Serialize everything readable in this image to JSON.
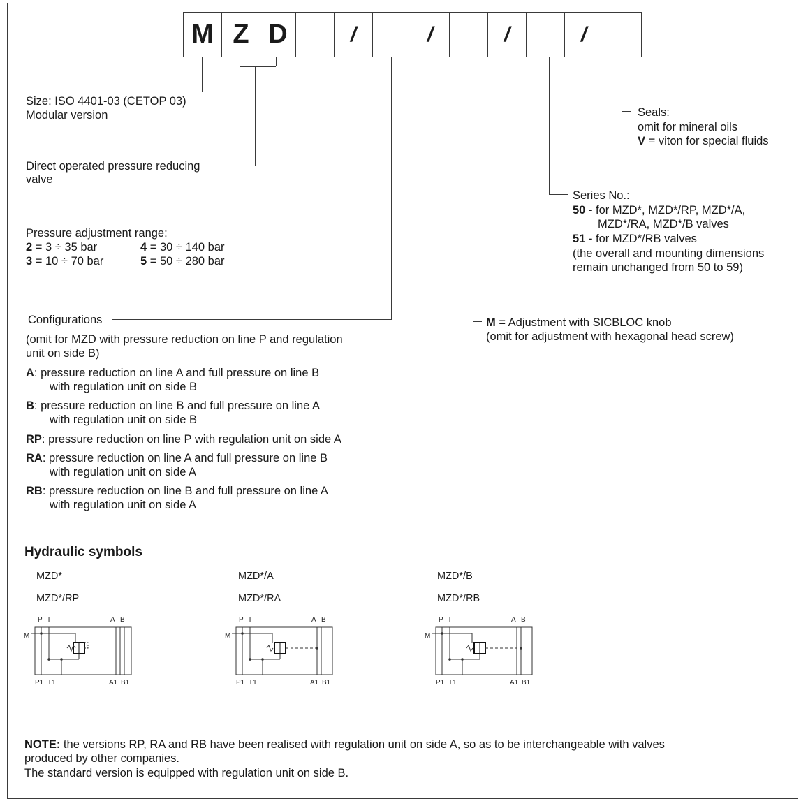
{
  "code": {
    "boxes": [
      "M",
      "Z",
      "D",
      "",
      "/",
      "",
      "/",
      "",
      "/",
      "",
      "/",
      ""
    ]
  },
  "size": {
    "line1": "Size: ISO 4401-03 (CETOP 03)",
    "line2": "Modular version"
  },
  "valve_type": {
    "line1": "Direct operated pressure reducing",
    "line2": "valve"
  },
  "pressure": {
    "title": "Pressure adjustment range:",
    "r2_code": "2",
    "r2_text": " =   3 ÷ 35 bar",
    "r3_code": "3",
    "r3_text": " = 10 ÷ 70 bar",
    "r4_code": "4",
    "r4_text": " = 30 ÷ 140 bar",
    "r5_code": "5",
    "r5_text": " = 50 ÷ 280 bar"
  },
  "configurations": {
    "title": "Configurations",
    "omit1": "(omit for MZD with pressure reduction on line P and regulation",
    "omit2": "unit on side B)",
    "A_code": "A",
    "A_1": ":  pressure reduction on line A and full pressure on line B",
    "A_2": "with regulation unit on side B",
    "B_code": "B",
    "B_1": ":  pressure reduction on line B and full pressure on line A",
    "B_2": "with regulation unit on side B",
    "RP_code": "RP",
    "RP_1": ": pressure reduction on line P with regulation unit on side A",
    "RA_code": "RA",
    "RA_1": ": pressure reduction on line A and full pressure on line B",
    "RA_2": "with regulation unit on side A",
    "RB_code": "RB",
    "RB_1": ": pressure reduction on line B and full pressure on line A",
    "RB_2": "with regulation unit on side A"
  },
  "adjustment": {
    "code": "M",
    "line1": " = Adjustment with SICBLOC knob",
    "line2": "(omit for adjustment with hexagonal head screw)"
  },
  "series": {
    "title": "Series No.:",
    "s50_code": "50",
    "s50_1": " - for MZD*, MZD*/RP, MZD*/A,",
    "s50_2": "MZD*/RA, MZD*/B valves",
    "s51_code": "51",
    "s51_1": " - for MZD*/RB valves",
    "note1": "(the overall and mounting dimensions",
    "note2": "remain unchanged from 50 to 59)"
  },
  "seals": {
    "title": "Seals:",
    "line1": "omit for mineral oils",
    "v_code": "V",
    "line2": " = viton for special fluids"
  },
  "hydraulic": {
    "heading": "Hydraulic symbols",
    "groups": [
      {
        "label1": "MZD*",
        "label2": "MZD*/RP"
      },
      {
        "label1": "MZD*/A",
        "label2": "MZD*/RA"
      },
      {
        "label1": "MZD*/B",
        "label2": "MZD*/RB"
      }
    ],
    "ports": {
      "p": "P",
      "t": "T",
      "a": "A",
      "b": "B",
      "m": "M",
      "p1": "P1",
      "t1": "T1",
      "a1": "A1",
      "b1": "B1"
    }
  },
  "note": {
    "bold": "NOTE:",
    "line1": " the versions RP, RA and RB have been realised with regulation unit on side  A, so as to be interchangeable with valves",
    "line2": "produced by other companies.",
    "line3": "The standard version is equipped with regulation unit on side B."
  }
}
